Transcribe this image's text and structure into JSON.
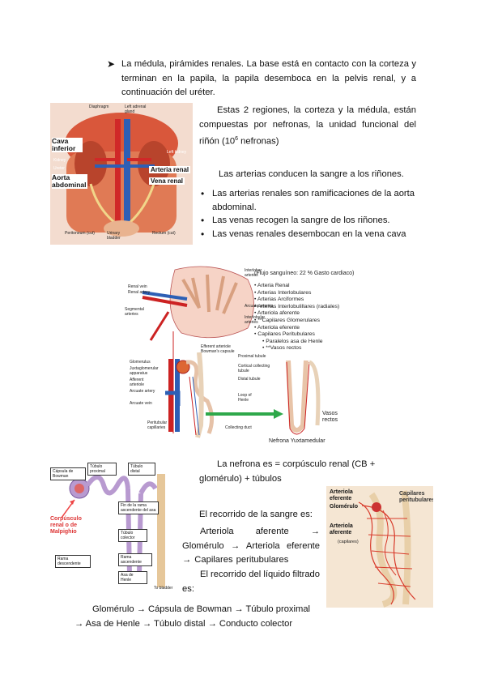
{
  "bullets_top": [
    {
      "text": "La médula, pirámides renales. La base está en contacto con la corteza y terminan en la papila, la papila desemboca en la pelvis renal, y a continuación del uréter."
    }
  ],
  "para_regions": {
    "before_sup": "Estas 2 regiones, la corteza y la médula, están compuestas por nefronas, la unidad funcional del riñón (10",
    "sup": "6",
    "after_sup": " nefronas)"
  },
  "arteries_intro": "Las arterias conducen la sangre a los riñones.",
  "arteries_bullets": [
    "Las arterias renales son ramificaciones de la aorta abdominal.",
    "Las venas recogen la sangre de los riñones.",
    "Las venas renales desembocan en la vena cava"
  ],
  "fig_kidneys": {
    "labels": {
      "cava": "Cava inferior",
      "aorta": "Aorta abdominal",
      "arteria": "Arteria renal",
      "vena": "Vena renal",
      "diaphragm": "Diaphragm",
      "adrenal": "Left adrenal gland",
      "kidney": "Kidney",
      "ureter": "Ureter",
      "left_kidney": "Left kidney",
      "peritoneum": "Peritoneum (cut)",
      "bladder": "Urinary bladder",
      "rectum": "Rectum (cut)"
    }
  },
  "fig_nephron": {
    "flow_title": "(Flujo sanguíneo: 22 % Gasto cardiaco)",
    "list": [
      "Arteria Renal",
      "Arterias Interlobulares",
      "Arterias Arciformes",
      "Arterias Interlobulillares (radiales)",
      "Arteriola aferente",
      "**Capilares Glomerulares",
      "Arteriola eferente",
      "Capilares Peritubulares"
    ],
    "sublist": [
      "Paralelos asa de Henle",
      "**Vasos rectos"
    ],
    "left_labels": {
      "renal_vein": "Renal vein",
      "renal_artery": "Renal artery",
      "segmental": "Segmental arteries",
      "interlobar": "Interlobar arteries",
      "arcuate_arteries": "Arcuate arteries",
      "interlobular": "Interlobular arteries",
      "efferent": "Efferent arteriole",
      "bowman": "Bowman's capsule",
      "glomerulus": "Glomerulus",
      "juxta": "Juxtaglomerular apparatus",
      "afferent": "Afferent arteriole",
      "arcuate_artery": "Arcuate artery",
      "arcuate_vein": "Arcuate vein",
      "peritubular": "Peritubular capillaries",
      "proximal": "Proximal tubule",
      "cortical": "Cortical collecting tubule",
      "distal": "Distal tubule",
      "loop": "Loop of Henle",
      "collecting": "Collecting duct"
    },
    "vasos": "Vasos rectos",
    "caption": "Nefrona Yuxtamedular"
  },
  "nephron_def": "La nefrona es = corpúsculo renal (CB + glomérulo) + túbulos",
  "blood_path_title": "El recorrido de la sangre es:",
  "blood_path": "Arteriola aferente → Glomérulo → Arteriola eferente → Capilares peritubulares",
  "filtrate_title": "El recorrido del líquido filtrado es:",
  "filtrate_path": "Glomérulo → Cápsula de Bowman → Túbulo proximal → Asa de Henle → Túbulo distal → Conducto colector",
  "fig_tubule": {
    "capsula": "Cápsula de Bowman",
    "tub_prox": "Túbulo proximal",
    "tub_dist": "Túbulo distal",
    "fin_rama": "Fin de la rama ascendente del asa",
    "tub_col": "Túbulo colector",
    "corpusculo": "Corpúsculo renal o de Malpighio",
    "rama_desc": "Rama descendente",
    "rama_asc": "Rama ascendente",
    "asa": "Asa de Henle",
    "to_bladder": "To bladder"
  },
  "fig_capillaries": {
    "arteriola_eferente": "Arteriola eferente",
    "glomerulo": "Glomérulo",
    "arteriola_aferente": "Arteriola aferente",
    "capilares_label": "(capilares)",
    "capilares_peri": "Capilares peritubulares"
  }
}
